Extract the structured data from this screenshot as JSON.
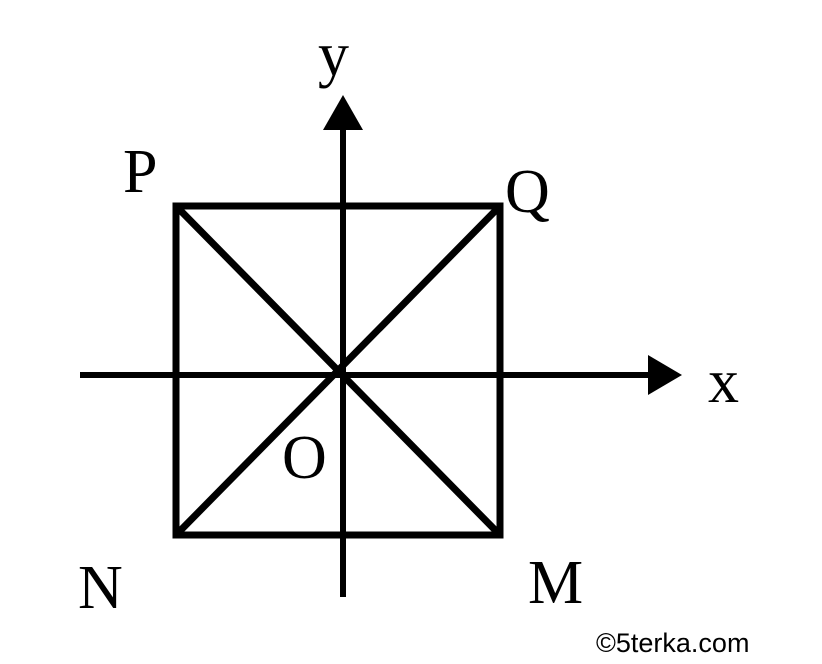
{
  "diagram": {
    "labels": {
      "x_axis": "x",
      "y_axis": "y",
      "origin": "O",
      "P": "P",
      "Q": "Q",
      "M": "M",
      "N": "N"
    },
    "watermark": "©5terka.com",
    "colors": {
      "stroke": "#000000",
      "background": "#ffffff"
    }
  }
}
